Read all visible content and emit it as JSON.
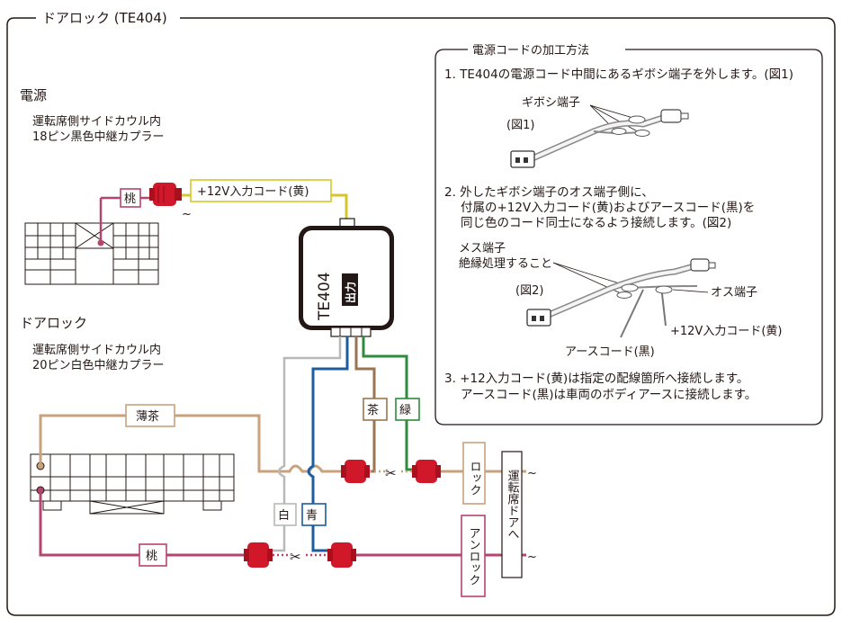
{
  "frame": {
    "title": "ドアロック (TE404)"
  },
  "power": {
    "heading": "電源",
    "location_line1": "運転席側サイドカウル内",
    "location_line2": "18ピン黒色中継カプラー",
    "wire_pink_label": "桃",
    "input_cord_label": "+12V入力コード(黄)"
  },
  "door_lock": {
    "heading": "ドアロック",
    "location_line1": "運転席側サイドカウル内",
    "location_line2": "20ピン白色中継カプラー",
    "wire_light_brown_label": "薄茶",
    "wire_pink_label": "桃",
    "wire_white_label": "白",
    "wire_blue_label": "青",
    "wire_brown_label": "茶",
    "wire_green_label": "緑",
    "lock_label": "ロック",
    "unlock_label": "アンロック",
    "driver_door_label": "運転席ドアへ"
  },
  "unit": {
    "model": "TE404",
    "output_badge": "出力"
  },
  "instructions": {
    "title": "電源コードの加工方法",
    "step1": "1. TE404の電源コード中間にあるギボシ端子を外します。(図1)",
    "fig1_terminal_label": "ギボシ端子",
    "fig1_caption": "(図1)",
    "step2_line1": "2. 外したギボシ端子のオス端子側に、",
    "step2_line2": "付属の+12V入力コード(黄)およびアースコード(黒)を",
    "step2_line3": "同じ色のコード同士になるよう接続します。(図2)",
    "fig2_female_label": "メス端子",
    "fig2_insulate_label": "絶縁処理すること",
    "fig2_caption": "(図2)",
    "fig2_male_label": "オス端子",
    "fig2_input_label": "+12V入力コード(黄)",
    "fig2_earth_label": "アースコード(黒)",
    "step3_line1": "3. +12入力コード(黄)は指定の配線箇所へ接続します。",
    "step3_line2": "アースコード(黒)は車両のボディアースに接続します。"
  },
  "colors": {
    "yellow_wire": "#d6c62a",
    "pink_wire": "#b5446e",
    "light_brown_wire": "#c9a27c",
    "brown_wire": "#9a7450",
    "blue_wire": "#1d5c9e",
    "green_wire": "#2c8b3c",
    "white_wire": "#b8b8b8",
    "connector_red": "#d0182a"
  }
}
